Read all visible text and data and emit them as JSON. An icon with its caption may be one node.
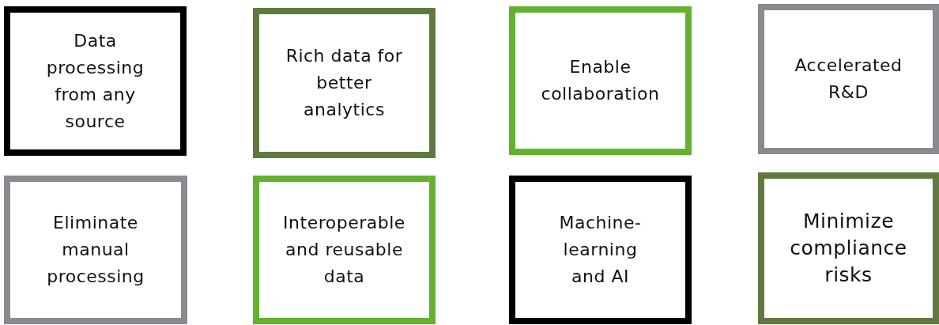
{
  "diagram": {
    "nodes": [
      {
        "text": [
          "Data processing from any source"
        ]
      },
      {
        "text": [
          "Rich data for better analytics"
        ]
      },
      {
        "text": [
          "Enable collaboration"
        ]
      },
      {
        "text": [
          "Accelerated R&D"
        ]
      },
      {
        "text": [
          "Eliminate manual processing"
        ]
      },
      {
        "text": [
          "Interoperable and reusable data"
        ]
      },
      {
        "text": [
          "Machine-learning and AI"
        ]
      },
      {
        "text": [
          "Minimize compliance risks"
        ]
      }
    ]
  }
}
